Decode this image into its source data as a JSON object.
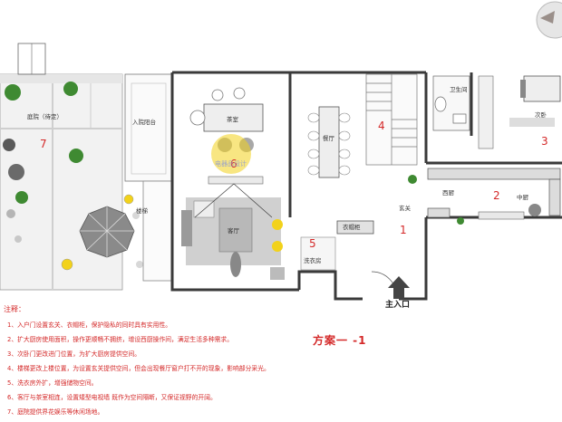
{
  "rooms": {
    "courtyard": "庭院（待定）",
    "entry_balcony": "入院阳台",
    "tea_room": "茶室",
    "dining": "餐厅",
    "living": "客厅",
    "laundry": "洗衣房",
    "coat_cabinet": "衣帽柜",
    "foyer": "玄关",
    "bathroom": "卫生间",
    "secondary_bedroom": "次卧",
    "western_kitchen": "西厨",
    "chinese_kitchen": "中厨",
    "stair_label": "楼梯"
  },
  "numbers": [
    "1",
    "2",
    "3",
    "4",
    "5",
    "6",
    "7"
  ],
  "watermark": "电器品设计",
  "entrance_label": "主入口",
  "scheme_title": "方案一  -1",
  "notes": {
    "title": "注释：",
    "items": [
      "1、入户门设置玄关、衣帽柜，保护隐私的同时具有实用性。",
      "2、扩大厨房使用面积，操作更顺畅不拥挤，增设西厨操作间，满足生活多种需求。",
      "3、次卧门更改进门位置，为扩大厨房提供空间。",
      "4、楼梯更改上楼位置，为设置玄关提供空间，但会出现餐厅窗户打不开的现象，影响部分采光。",
      "5、洗衣房外扩，增强储物空间。",
      "6、客厅与茶室相连，设置矮型电视墙 既作为空间隔断，又保证视野的开阔。",
      "7、庭院提供界花娱乐等休闲场地。"
    ]
  },
  "colors": {
    "annotation_red": "#d42828",
    "wall": "#3a3a3a",
    "accent_yellow": "#f2d21b",
    "plant_green": "#3f8a32",
    "rug_gray": "#c8c8c8",
    "kitchen_counter": "#dcdcdc"
  }
}
